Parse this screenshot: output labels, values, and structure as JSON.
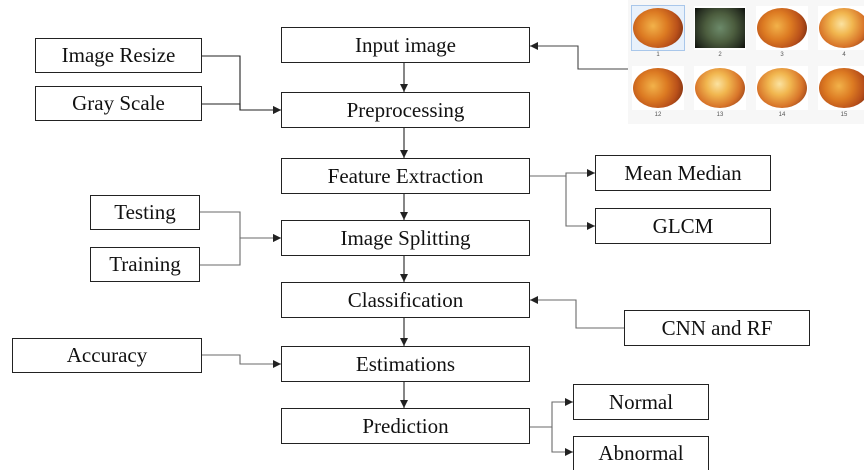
{
  "flowchart": {
    "main_steps": {
      "input_image": "Input image",
      "preprocessing": "Preprocessing",
      "feature_extraction": "Feature Extraction",
      "image_splitting": "Image Splitting",
      "classification": "Classification",
      "estimations": "Estimations",
      "prediction": "Prediction"
    },
    "preprocessing_inputs": [
      "Image Resize",
      "Gray Scale"
    ],
    "feature_outputs": [
      "Mean Median",
      "GLCM"
    ],
    "splitting_inputs": [
      "Testing",
      "Training"
    ],
    "classifier": "CNN and RF",
    "estimation_input": "Accuracy",
    "prediction_outputs": [
      "Normal",
      "Abnormal"
    ]
  },
  "fundus_thumbnails": {
    "numbers": [
      "1",
      "2",
      "3",
      "4",
      "12",
      "13",
      "14",
      "15"
    ],
    "icon": "fundus-image-icon"
  },
  "colors": {
    "box_border": "#222222",
    "arrow_dark": "#222222",
    "arrow_light": "#6a6a6a",
    "fundus_orange": "#dc7a22"
  }
}
